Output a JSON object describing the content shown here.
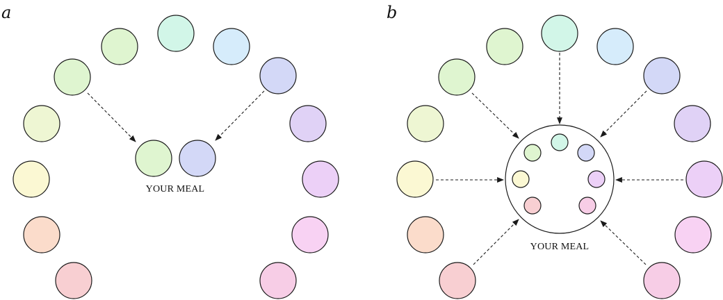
{
  "panels": [
    {
      "letter": "a",
      "label": "YOUR MEAL"
    },
    {
      "letter": "b",
      "label": "YOUR MEAL"
    }
  ],
  "palette": {
    "green": "#dff5d0",
    "mint": "#d2f6e8",
    "sky": "#d6ecfb",
    "lavender": "#d3d8f7",
    "purple": "#e0d2f6",
    "violet": "#ecd0f7",
    "pink_light": "#f8d2f3",
    "pink": "#f7cde6",
    "green_yellow": "#eef6d3",
    "yellow": "#fbf8d3",
    "peach": "#fbdccb",
    "rose": "#f8cfd2"
  }
}
